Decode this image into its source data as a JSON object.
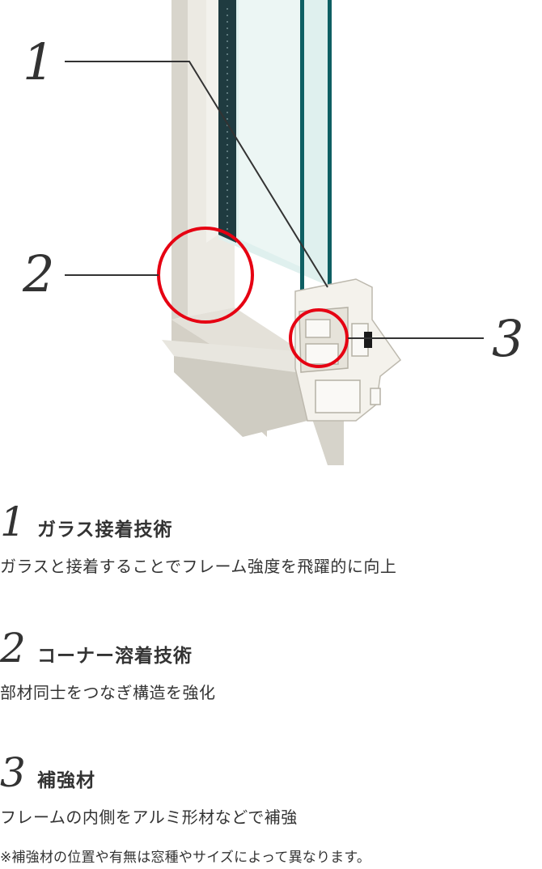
{
  "illustration": {
    "callouts": [
      {
        "number": "1"
      },
      {
        "number": "2"
      },
      {
        "number": "3"
      }
    ],
    "highlight_color": "#e60012"
  },
  "features": [
    {
      "number": "1",
      "title": "ガラス接着技術",
      "description": "ガラスと接着することでフレーム強度を飛躍的に向上"
    },
    {
      "number": "2",
      "title": "コーナー溶着技術",
      "description": "部材同士をつなぎ構造を強化"
    },
    {
      "number": "3",
      "title": "補強材",
      "description": "フレームの内側をアルミ形材などで補強"
    }
  ],
  "footnote": "※補強材の位置や有無は窓種やサイズによって異なります。"
}
